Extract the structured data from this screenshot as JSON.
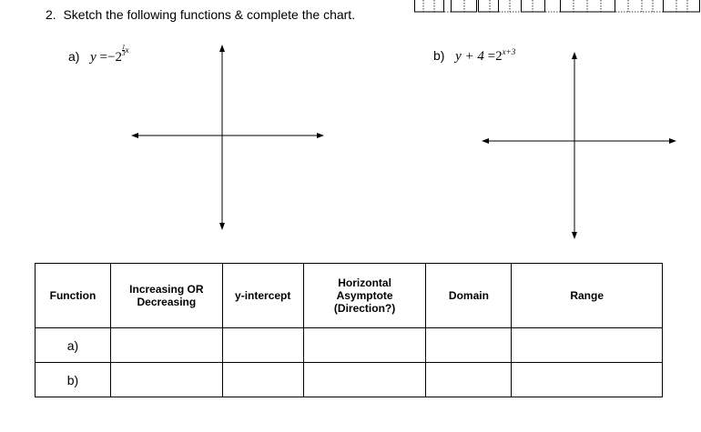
{
  "question": {
    "number": "2.",
    "text": "Sketch the following functions & complete the chart."
  },
  "part_a": {
    "label": "a)",
    "lhs": "y",
    "eq": "=",
    "rhs_base": "−2",
    "exp_num": "1",
    "exp_den": "3",
    "exp_var": "x"
  },
  "part_b": {
    "label": "b)",
    "lhs": "y + 4",
    "eq": "=",
    "rhs_base": "2",
    "exponent": "x+3"
  },
  "table": {
    "headers": [
      "Function",
      "Increasing OR Decreasing",
      "y-intercept",
      "Horizontal Asymptote (Direction?)",
      "Domain",
      "Range"
    ],
    "rows": [
      {
        "function": "a)",
        "increasing": "",
        "yintercept": "",
        "asymptote": "",
        "domain": "",
        "range": ""
      },
      {
        "function": "b)",
        "increasing": "",
        "yintercept": "",
        "asymptote": "",
        "domain": "",
        "range": ""
      }
    ]
  }
}
